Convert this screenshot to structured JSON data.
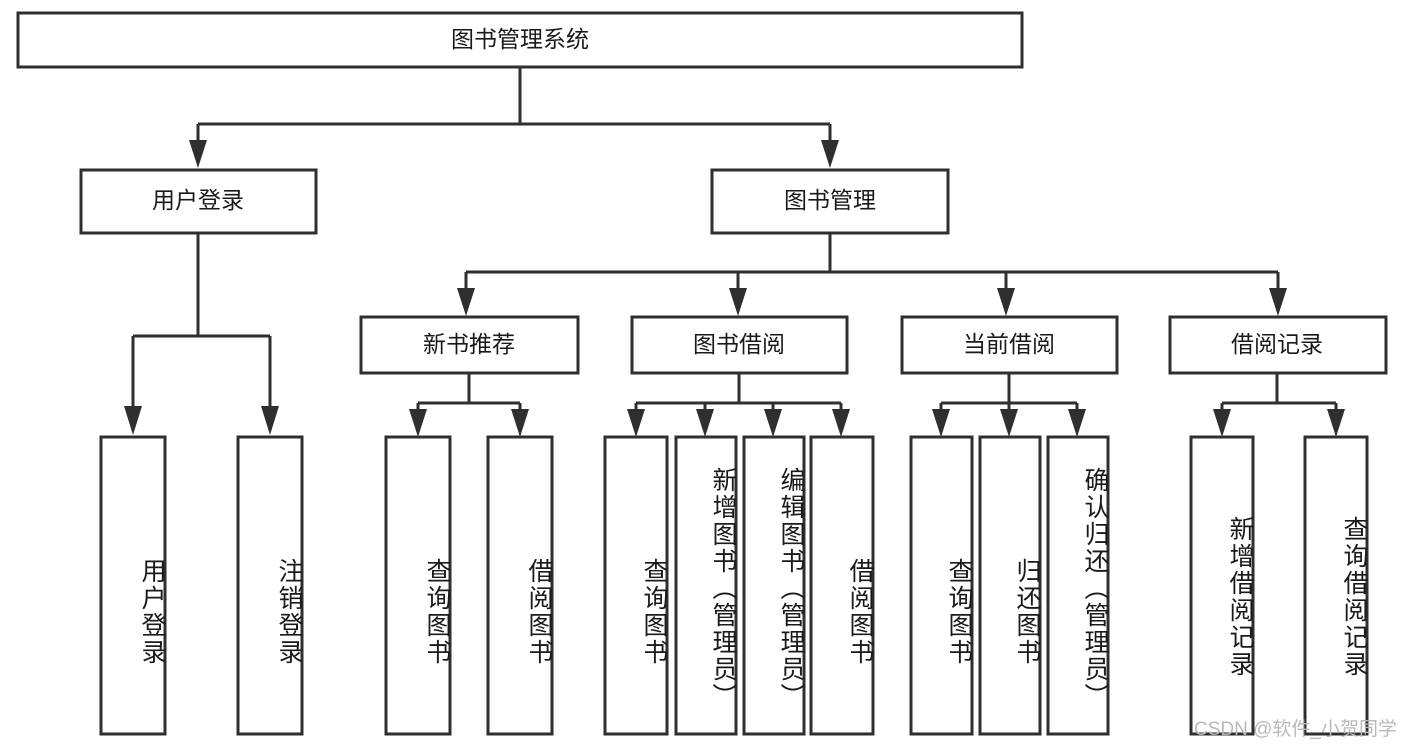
{
  "diagram": {
    "title": "图书管理系统",
    "type": "tree",
    "watermark": "CSDN @软件_小贺同学",
    "colors": {
      "box_stroke": "#2f2f2f",
      "box_fill": "#ffffff",
      "text": "#1a1a1a",
      "watermark": "#b9b9b9",
      "background": "#ffffff"
    },
    "root": {
      "label": "图书管理系统"
    },
    "level2": [
      {
        "label": "用户登录"
      },
      {
        "label": "图书管理"
      }
    ],
    "level3": [
      {
        "label": "新书推荐"
      },
      {
        "label": "图书借阅"
      },
      {
        "label": "当前借阅"
      },
      {
        "label": "借阅记录"
      }
    ],
    "leaves": {
      "user_login": [
        {
          "label": "用户登录"
        },
        {
          "label": "注销登录"
        }
      ],
      "new_book_recommend": [
        {
          "label": "查询图书"
        },
        {
          "label": "借阅图书"
        }
      ],
      "book_borrow": [
        {
          "label": "查询图书"
        },
        {
          "label": "新增图书（管理员）"
        },
        {
          "label": "编辑图书（管理员）"
        },
        {
          "label": "借阅图书"
        }
      ],
      "current_borrow": [
        {
          "label": "查询图书"
        },
        {
          "label": "归还图书"
        },
        {
          "label": "确认归还（管理员）"
        }
      ],
      "borrow_record": [
        {
          "label": "新增借阅记录"
        },
        {
          "label": "查询借阅记录"
        }
      ]
    }
  }
}
